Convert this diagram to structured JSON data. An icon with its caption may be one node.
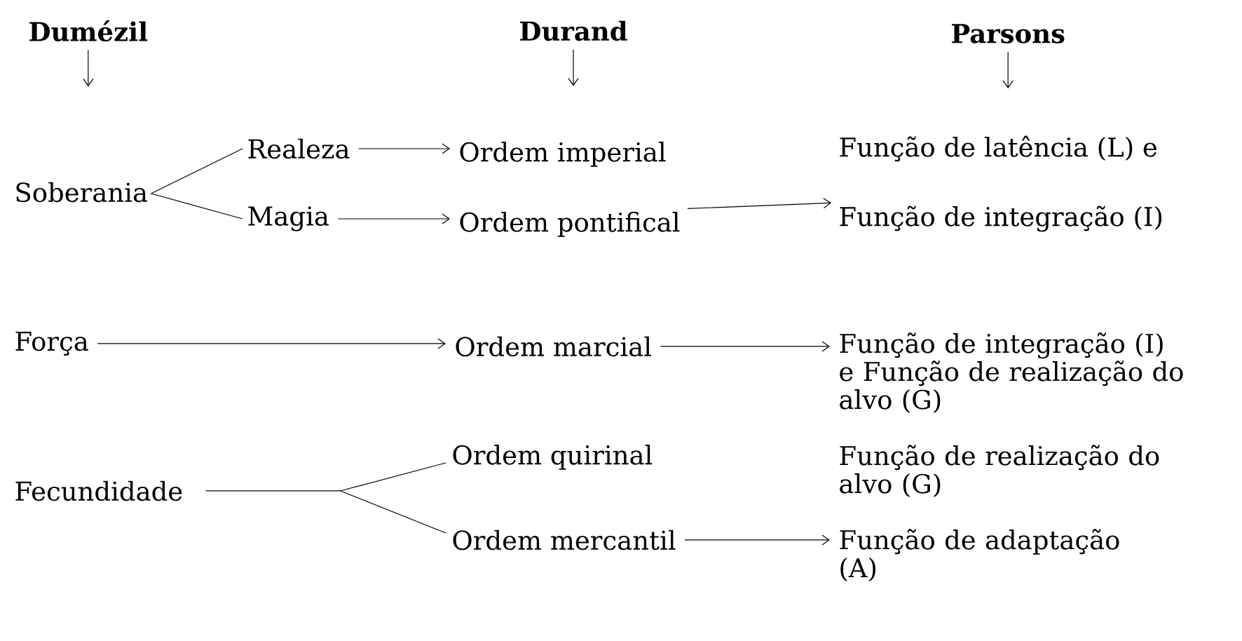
{
  "diagram": {
    "nodes": [
      {
        "text": [
          "Dumézil"
        ]
      },
      {
        "text": [
          "Durand"
        ]
      },
      {
        "text": [
          "Parsons"
        ]
      },
      {
        "text": [
          "Soberania"
        ]
      },
      {
        "text": [
          "Realeza"
        ]
      },
      {
        "text": [
          "Magia"
        ]
      },
      {
        "text": [
          "Ordem imperial"
        ]
      },
      {
        "text": [
          "Ordem pontifical"
        ]
      },
      {
        "text": [
          "Função de latência (L) e"
        ]
      },
      {
        "text": [
          "Função de integração (I)"
        ]
      },
      {
        "text": [
          "Força"
        ]
      },
      {
        "text": [
          "Ordem marcial"
        ]
      },
      {
        "text": [
          "Função de integração (I) e Função de realização do alvo (G)"
        ]
      },
      {
        "text": [
          "Fecundidade"
        ]
      },
      {
        "text": [
          "Ordem quirinal"
        ]
      },
      {
        "text": [
          "Ordem mercantil"
        ]
      },
      {
        "text": [
          "Função de realização do alvo (G)"
        ]
      },
      {
        "text": [
          "Função de adaptação (A)"
        ]
      }
    ],
    "edges": [
      {
        "from": 0,
        "to": null,
        "arrow": "to"
      },
      {
        "from": 1,
        "to": null,
        "arrow": "to"
      },
      {
        "from": 2,
        "to": null,
        "arrow": "to"
      },
      {
        "from": 3,
        "to": 4,
        "arrow": "none"
      },
      {
        "from": 3,
        "to": 5,
        "arrow": "none"
      },
      {
        "from": 4,
        "to": 6,
        "arrow": "to"
      },
      {
        "from": 5,
        "to": 7,
        "arrow": "to"
      },
      {
        "from": 7,
        "to": 9,
        "arrow": "to"
      },
      {
        "from": 10,
        "to": 11,
        "arrow": "to"
      },
      {
        "from": 11,
        "to": 12,
        "arrow": "to"
      },
      {
        "from": 13,
        "to": 14,
        "arrow": "none"
      },
      {
        "from": 13,
        "to": 15,
        "arrow": "none"
      },
      {
        "from": 15,
        "to": 17,
        "arrow": "to"
      }
    ]
  }
}
